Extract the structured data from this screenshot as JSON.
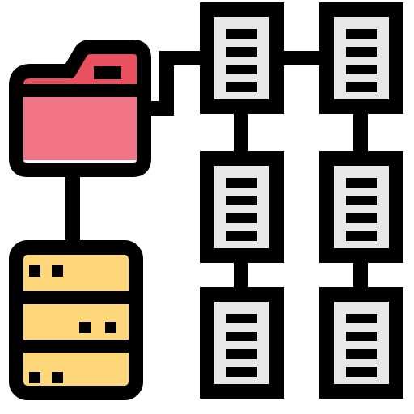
{
  "icon": {
    "name": "data-storage-network-icon",
    "parts": {
      "folder": "folder-icon",
      "server": "server-icon",
      "documents": "document-icon",
      "connectors": "connector-lines"
    }
  },
  "colors": {
    "outline": "#000000",
    "background": "#ffffff",
    "folder_tab": "#e9515f",
    "folder_body": "#f07485",
    "server_fill": "#fdd77a",
    "server_slot": "#000000",
    "document_fill": "#e6e7e9",
    "document_lines": "#000000"
  },
  "layout_grid": {
    "document_rows": 3,
    "document_cols": 2,
    "lines_per_document": 4,
    "server_units": 3
  }
}
